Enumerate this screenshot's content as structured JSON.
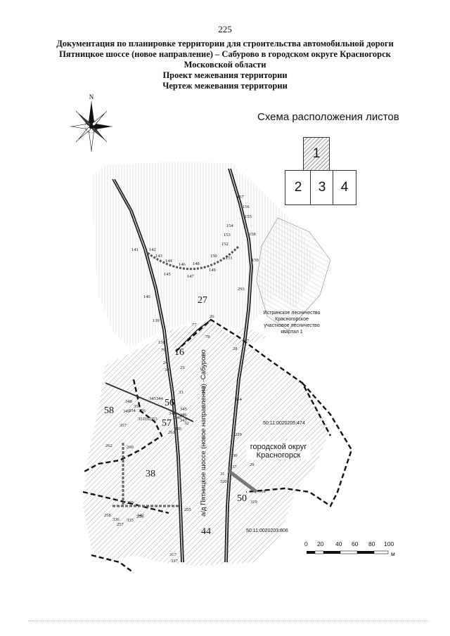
{
  "page": {
    "number": "225"
  },
  "header": {
    "lines": [
      "Документация по планировке территории для строительства автомобильной дороги",
      "Пятницкое шоссе (новое направление) – Сабурово в городском округе Красногорск",
      "Московской области",
      "Проект межевания территории",
      "Чертеж межевания территории"
    ]
  },
  "compass": {
    "north_label": "N",
    "icon": "compass-rose-icon"
  },
  "sheet_scheme": {
    "title": "Схема расположения листов",
    "sheets": [
      "1",
      "2",
      "3",
      "4"
    ],
    "active_sheet": "1"
  },
  "map": {
    "parcels": [
      "27",
      "16",
      "7",
      "56",
      "57",
      "58",
      "38",
      "50",
      "44"
    ],
    "road_label": "а/д Пятницкое шоссе (новое направление) -Сабурово",
    "forestry_label": [
      "Истринское лесничество",
      "Красногорское",
      "участковое лесничество",
      "квартал 1"
    ],
    "municipality_label": [
      "городской округ",
      "Красногорск"
    ],
    "cadastral_numbers": [
      "50:11:0020205:474",
      "50:11:0020203:806"
    ],
    "points": [
      "157",
      "156",
      "155",
      "154",
      "153",
      "152",
      "158",
      "151",
      "159",
      "150",
      "149",
      "148",
      "147",
      "146",
      "145",
      "144",
      "143",
      "142",
      "141",
      "140",
      "139",
      "138",
      "79",
      "77",
      "26",
      "78",
      "27",
      "28",
      "24",
      "25",
      "34",
      "33",
      "343",
      "344",
      "345",
      "346",
      "347",
      "348",
      "349",
      "350",
      "351",
      "352",
      "353",
      "354",
      "355",
      "356",
      "357",
      "261",
      "262",
      "260",
      "259",
      "258",
      "257",
      "256",
      "255",
      "254",
      "229",
      "30",
      "31",
      "318",
      "319",
      "320",
      "317",
      "293",
      "137",
      "29",
      "32",
      "340",
      "341",
      "342",
      "335",
      "336",
      "337",
      "295"
    ]
  },
  "scale_bar": {
    "ticks": [
      "0",
      "20",
      "40",
      "60",
      "80",
      "100"
    ],
    "unit": "м"
  },
  "colors": {
    "line": "#111111",
    "hatch": "#8c8c8c",
    "road": "#333333",
    "boundary_dashed": "#111111"
  }
}
